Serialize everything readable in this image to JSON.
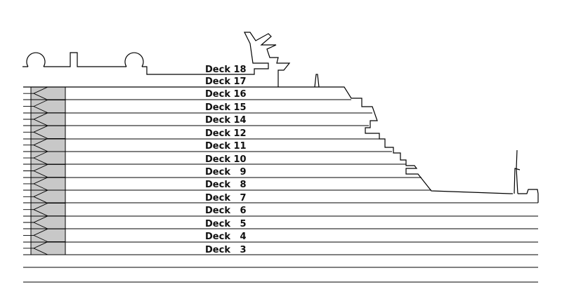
{
  "decks": [
    {
      "label": "Deck 18"
    },
    {
      "label": "Deck 17"
    },
    {
      "label": "Deck 16"
    },
    {
      "label": "Deck 15"
    },
    {
      "label": "Deck 14"
    },
    {
      "label": "Deck 12"
    },
    {
      "label": "Deck 11"
    },
    {
      "label": "Deck 10"
    },
    {
      "label": "Deck   9"
    },
    {
      "label": "Deck   8"
    },
    {
      "label": "Deck   7"
    },
    {
      "label": "Deck   6"
    },
    {
      "label": "Deck   5"
    },
    {
      "label": "Deck   4"
    },
    {
      "label": "Deck   3"
    }
  ],
  "colors": {
    "stairwell_fill": "#c8c8c8",
    "line": "#000000",
    "label": "#111111"
  }
}
